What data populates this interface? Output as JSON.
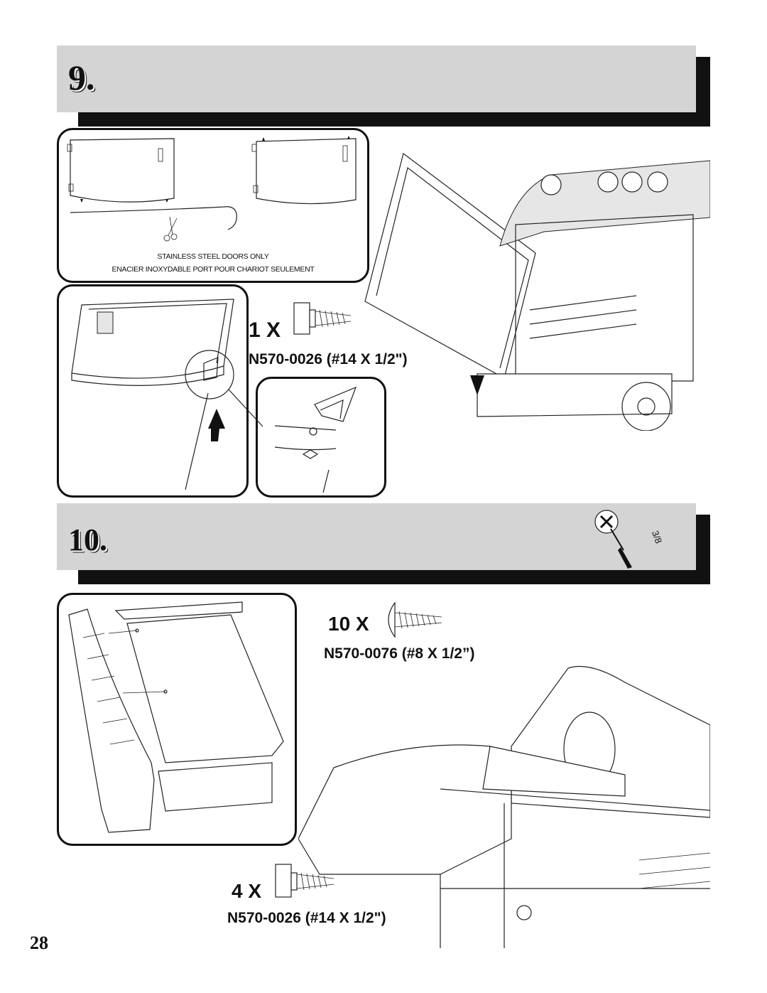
{
  "steps": [
    {
      "number": "9."
    },
    {
      "number": "10."
    }
  ],
  "step9": {
    "note_line1": "STAINLESS STEEL DOORS ONLY",
    "note_line2": "ENACIER INOXYDABLE PORT POUR CHARIOT SEULEMENT",
    "quantity": "1 X",
    "part": "N570-0026 (#14 X 1/2\")"
  },
  "step10": {
    "quantity_a": "10 X",
    "part_a": "N570-0076 (#8 X 1/2”)",
    "quantity_b": "4 X",
    "part_b": "N570-0026 (#14 X 1/2\")",
    "tool_label": "3/8",
    "tool_icon": "phillips-screwdriver-icon"
  },
  "page_number": "28"
}
